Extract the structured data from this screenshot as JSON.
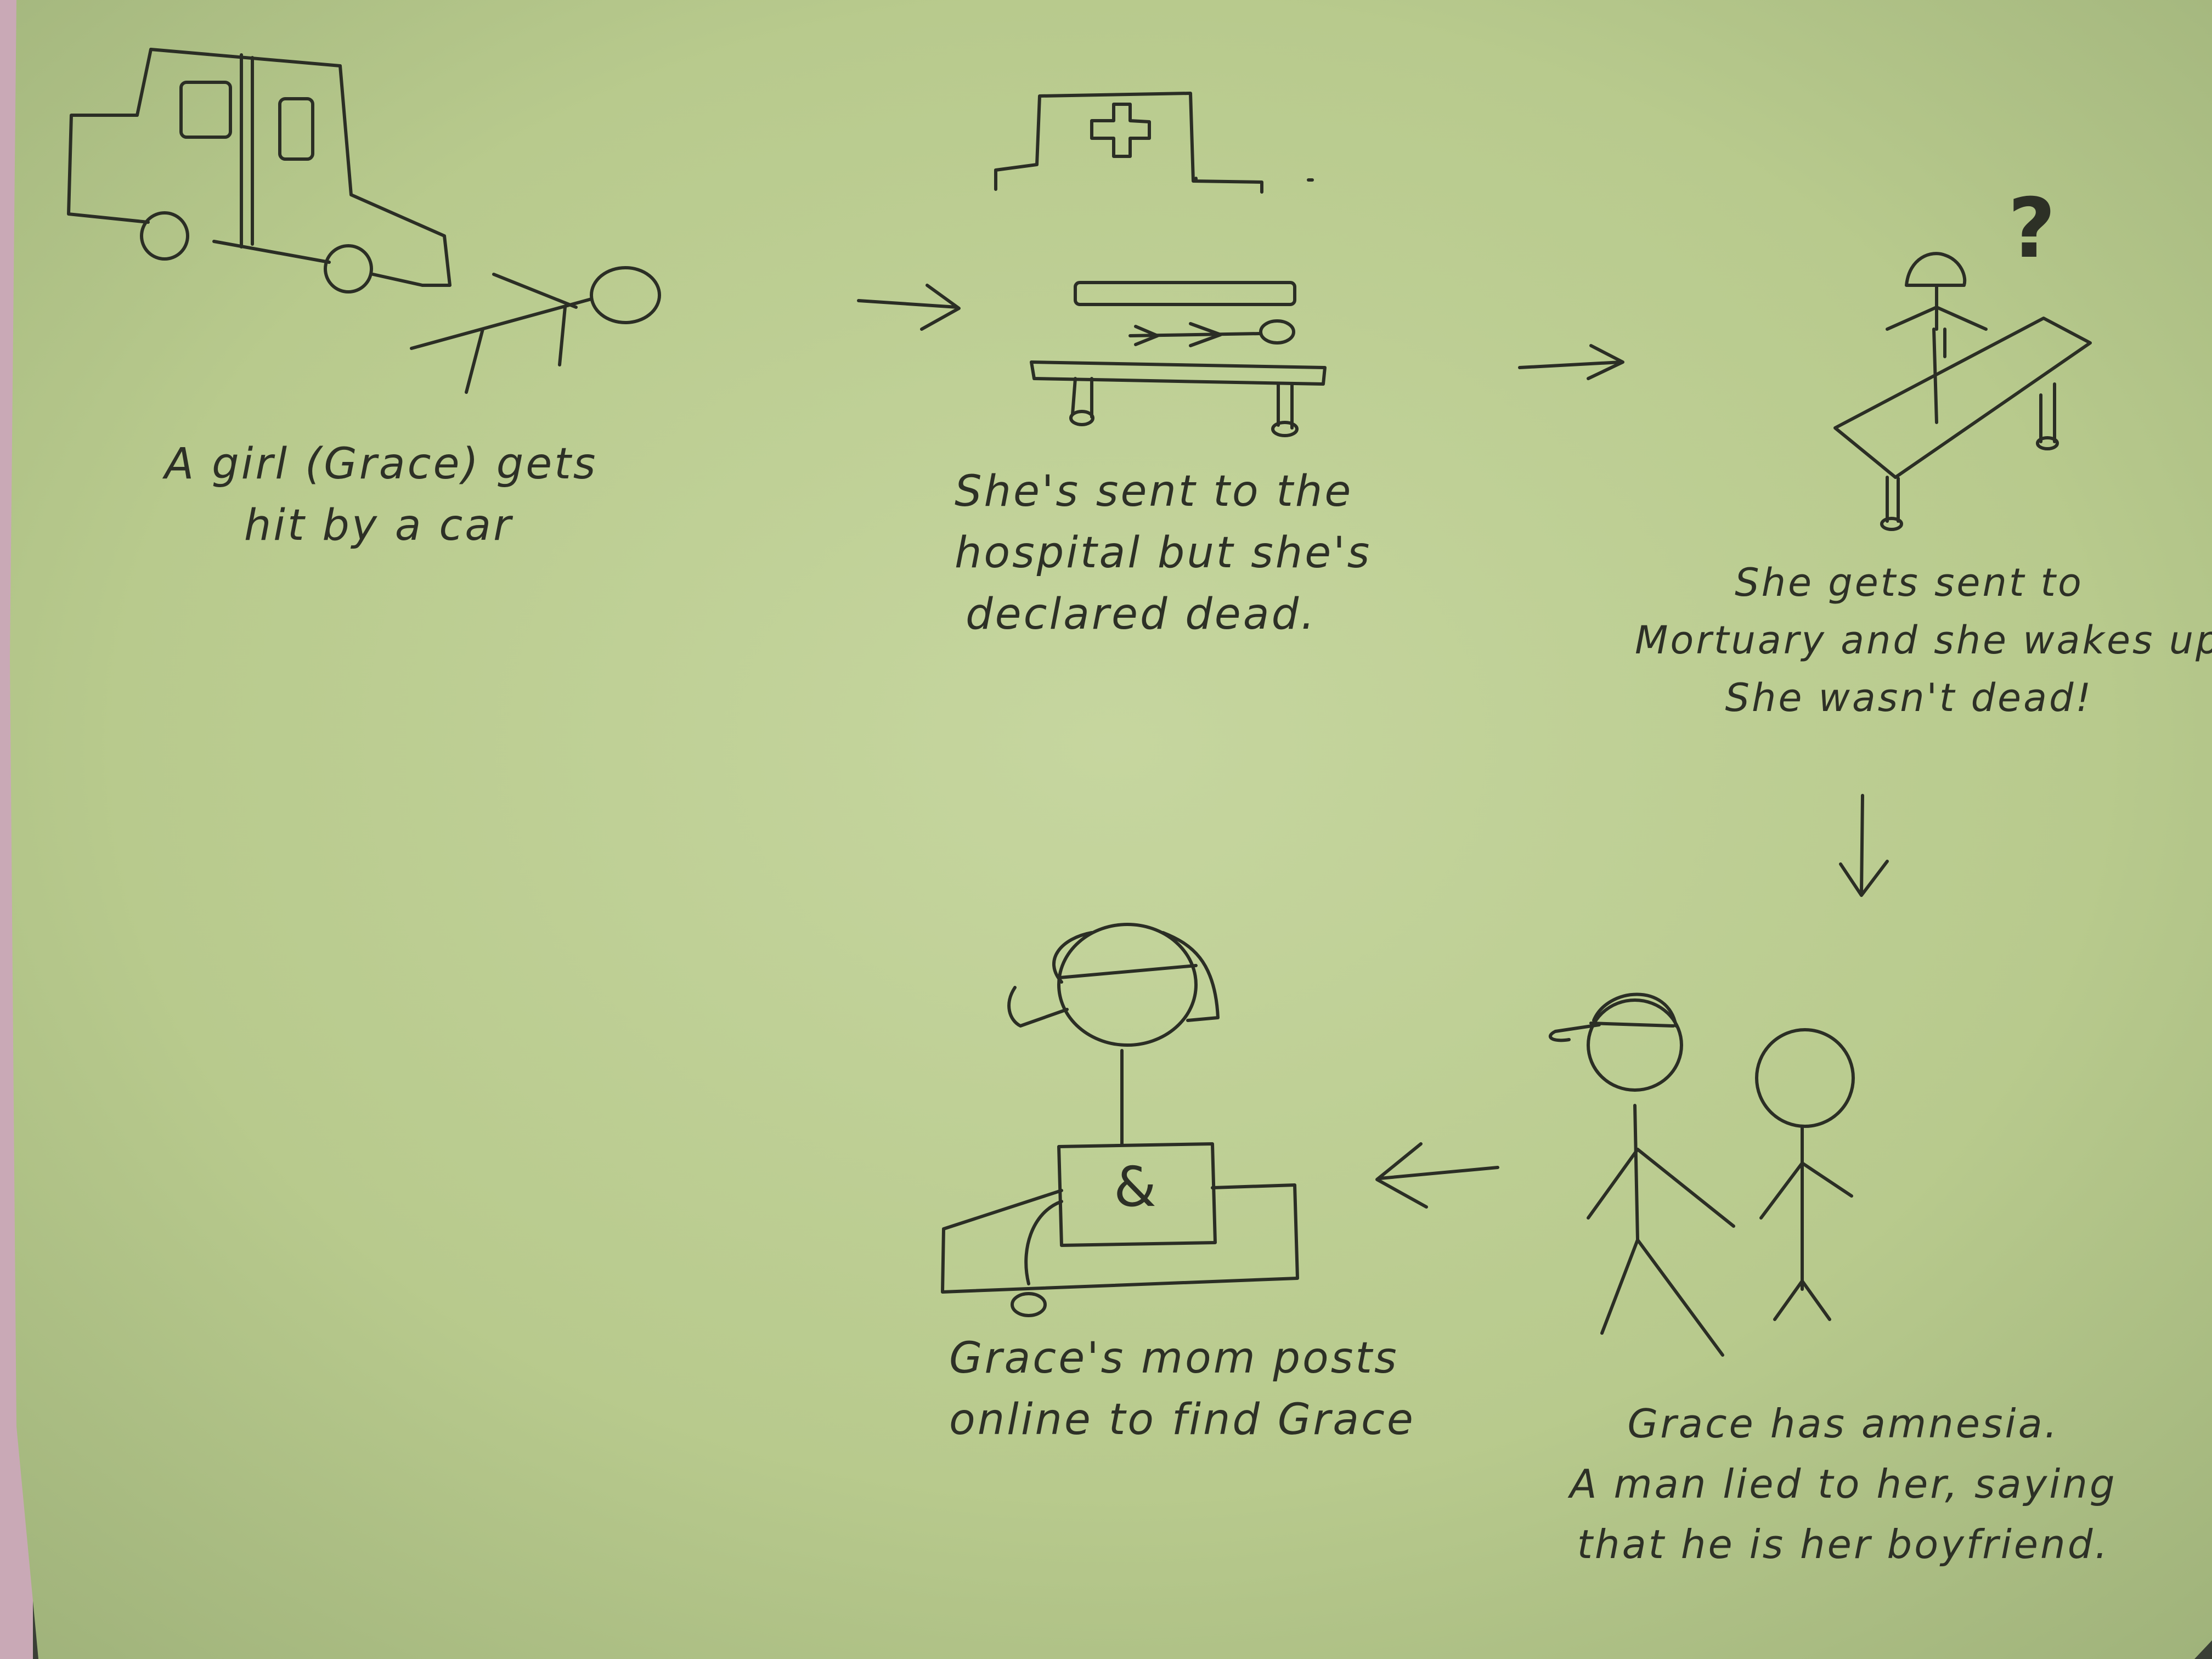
{
  "scenes": [
    {
      "id": "car-hit",
      "lines": [
        "A girl (Grace) gets",
        "hit by a car"
      ]
    },
    {
      "id": "hospital",
      "lines": [
        "She's sent to the",
        "hospital but she's",
        "declared dead."
      ]
    },
    {
      "id": "mortuary",
      "lines": [
        "She gets sent to",
        "Mortuary and she wakes up.",
        "She wasn't dead!"
      ]
    },
    {
      "id": "amnesia",
      "lines": [
        "Grace has amnesia.",
        "A man lied to her, saying",
        "that he is her boyfriend."
      ]
    },
    {
      "id": "mom-posts",
      "lines": [
        "Grace's mom posts",
        "online to find Grace"
      ]
    }
  ],
  "question_mark": "?",
  "laptop_symbol": "&",
  "colors": {
    "paper": "#c3d49a",
    "ink": "#2b2e25"
  }
}
